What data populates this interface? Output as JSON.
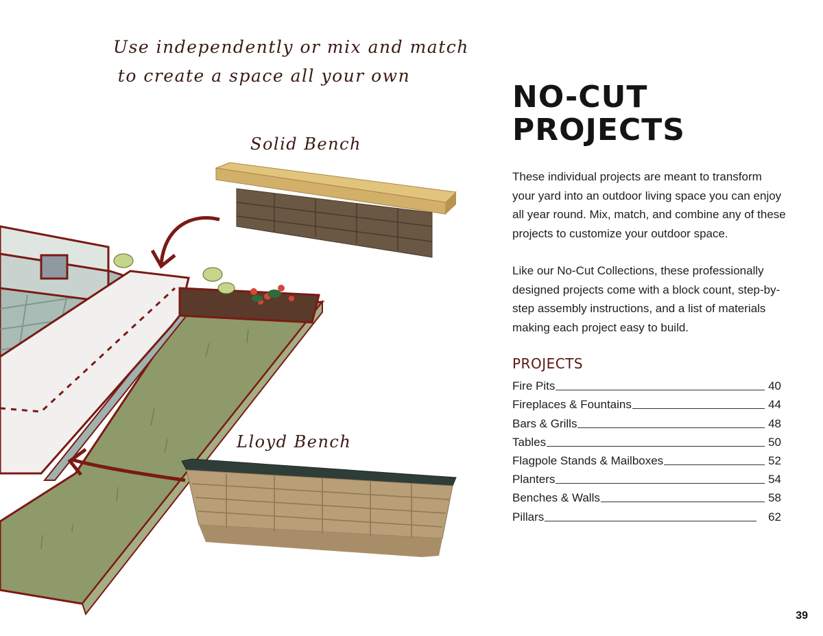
{
  "tagline": {
    "line1": "Use independently or mix and match",
    "line2": "to create a space all your own"
  },
  "illustration": {
    "label_solid_bench": "Solid Bench",
    "label_lloyd_bench": "Lloyd Bench",
    "colors": {
      "outline": "#7a1a14",
      "patio": "#a9bcb6",
      "grass": "#8e9a6a",
      "fabric": "#f1f0ee",
      "wood": "#d2b06a",
      "stone_dark": "#6a5844",
      "stone_tan": "#b89f78",
      "cap_dark": "#2f3d38"
    }
  },
  "header": {
    "title_line1": "NO-CUT",
    "title_line2": "PROJECTS"
  },
  "intro": {
    "paragraph1": "These individual projects are meant to transform your yard into an outdoor living space you can enjoy all year round. Mix, match, and combine any of these projects to customize your outdoor space.",
    "paragraph2": "Like our No-Cut Collections, these professionally designed projects come with a block count, step-by-step assembly instructions, and a list of materials making each project easy to build."
  },
  "projects": {
    "heading": "PROJECTS",
    "accent_color": "#5a1612",
    "items": [
      {
        "label": "Fire Pits",
        "page": "40"
      },
      {
        "label": "Fireplaces & Fountains",
        "page": "44"
      },
      {
        "label": "Bars & Grills",
        "page": "48"
      },
      {
        "label": "Tables",
        "page": "50"
      },
      {
        "label": "Flagpole Stands & Mailboxes",
        "page": "52"
      },
      {
        "label": "Planters",
        "page": "54"
      },
      {
        "label": "Benches & Walls",
        "page": "58"
      },
      {
        "label": "Pillars",
        "page": "62"
      }
    ]
  },
  "footer": {
    "page_number": "39"
  }
}
